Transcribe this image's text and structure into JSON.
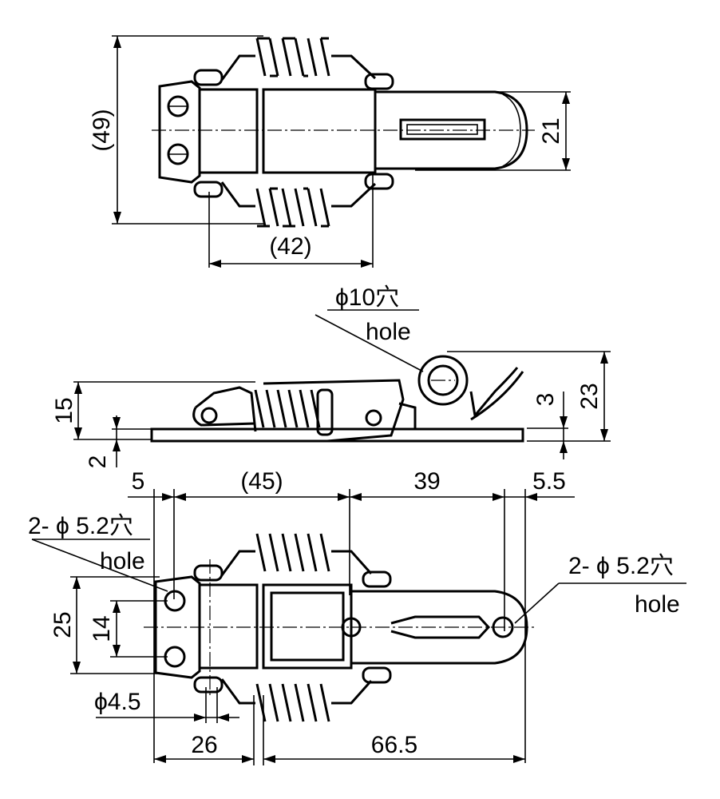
{
  "top_view": {
    "dim_overall_height": "(49)",
    "dim_hook_height": "21",
    "dim_hinge_to_pivot": "(42)"
  },
  "side_view": {
    "callout_hole_dia": "ϕ10穴",
    "callout_hole_en": "hole",
    "dim_height_15": "15",
    "dim_height_23": "23",
    "dim_offset_3": "3",
    "dim_plate_2": "2"
  },
  "bottom_view": {
    "dim_5": "5",
    "dim_45": "(45)",
    "dim_39": "39",
    "dim_5_5": "5.5",
    "callout_left_dia": "2- ϕ 5.2穴",
    "callout_left_en": "hole",
    "callout_right_dia": "2- ϕ 5.2穴",
    "callout_right_en": "hole",
    "dim_25": "25",
    "dim_14": "14",
    "dim_phi45": "ϕ4.5",
    "dim_26": "26",
    "dim_66_5": "66.5"
  }
}
